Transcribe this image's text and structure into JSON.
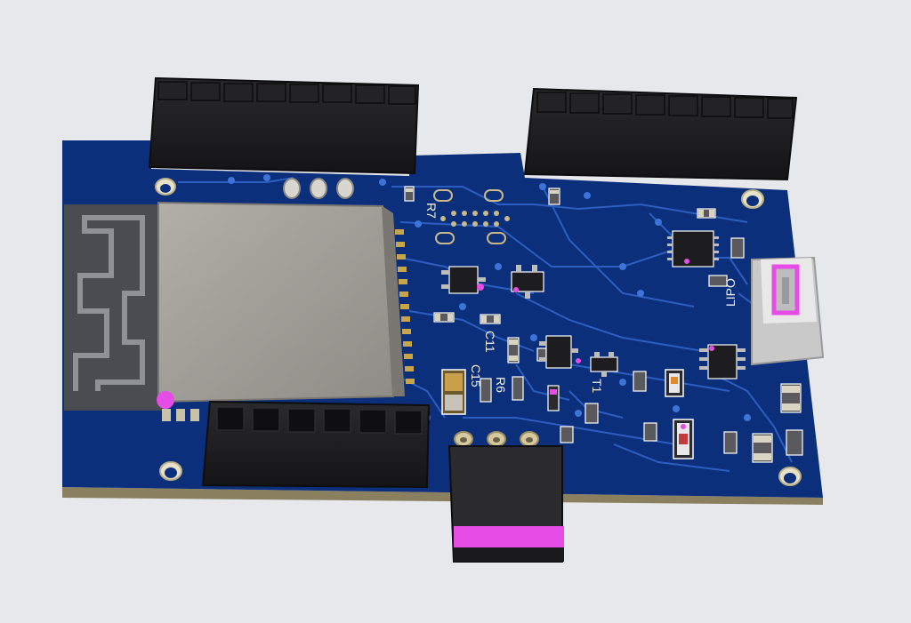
{
  "scene": {
    "description_hidden": "",
    "colors": {
      "background": "#e6e8ec",
      "board": "#0b2f7a",
      "board_edge": "#8a8060",
      "trace": "#2f64c8",
      "header": "#1c1c1e",
      "module_shield": "#a29e99",
      "antenna_area": "#4a4c52",
      "highlight": "#e64ce6",
      "connector_white": "#d8d8d8"
    },
    "silkscreen": {
      "r7": "R7",
      "c11": "C11",
      "c15": "C15",
      "r6": "R6",
      "t1": "T1",
      "lipo": "LIPO"
    }
  }
}
